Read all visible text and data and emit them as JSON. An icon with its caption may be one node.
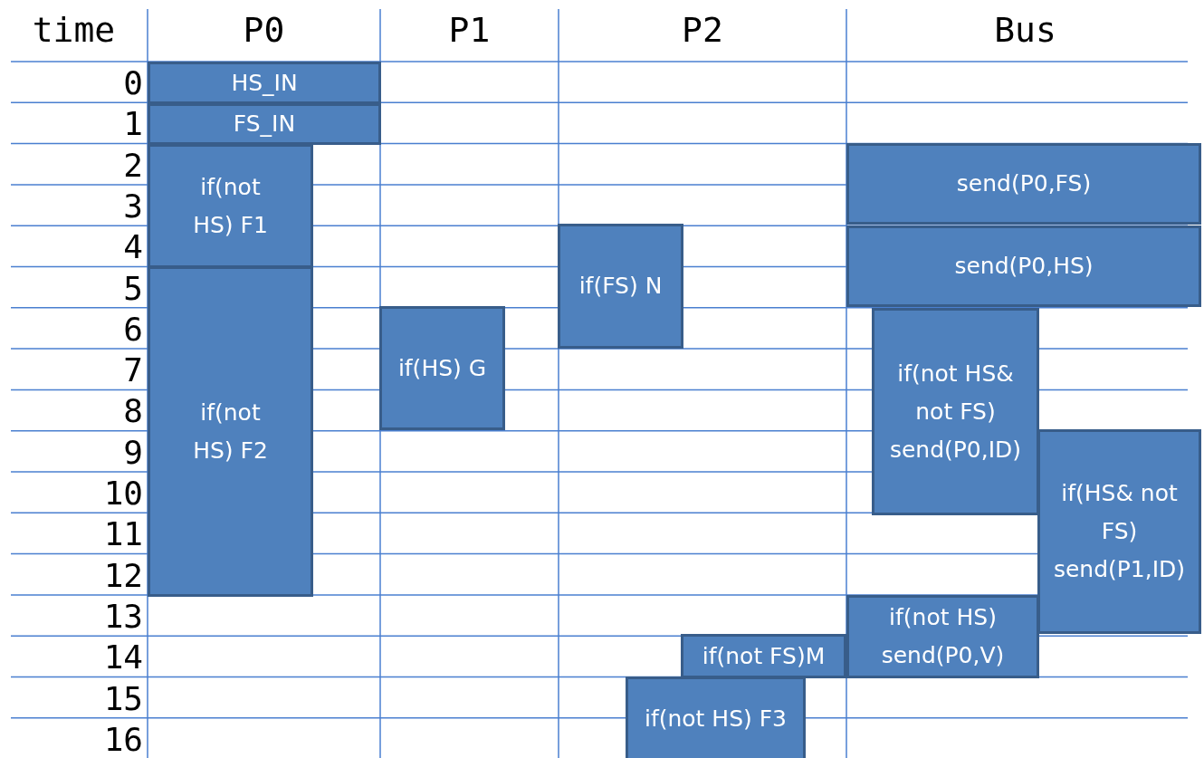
{
  "diagram": {
    "nodes": [
      {
        "text": [
          "HS_IN"
        ]
      },
      {
        "text": [
          "FS_IN"
        ]
      },
      {
        "text": [
          "if(not HS) F1"
        ]
      },
      {
        "text": [
          "send(P0,FS)"
        ]
      },
      {
        "text": [
          "if(FS) N"
        ]
      },
      {
        "text": [
          "send(P0,HS)"
        ]
      },
      {
        "text": [
          "if(not HS) F2"
        ]
      },
      {
        "text": [
          "if(HS) G"
        ]
      },
      {
        "text": [
          "if(not HS& not FS) send(P0,ID)"
        ]
      },
      {
        "text": [
          "if(HS& not FS) send(P1,ID)"
        ]
      },
      {
        "text": [
          "if(not HS) send(P0,V)"
        ]
      },
      {
        "text": [
          "if(not FS)M"
        ]
      },
      {
        "text": [
          "if(not HS) F3"
        ]
      }
    ],
    "labels": [
      "time",
      "P0",
      "P1",
      "P2",
      "Bus",
      "0",
      "1",
      "2",
      "3",
      "4",
      "5",
      "6",
      "7",
      "8",
      "9",
      "10",
      "11",
      "12",
      "13",
      "14",
      "15",
      "16"
    ]
  }
}
